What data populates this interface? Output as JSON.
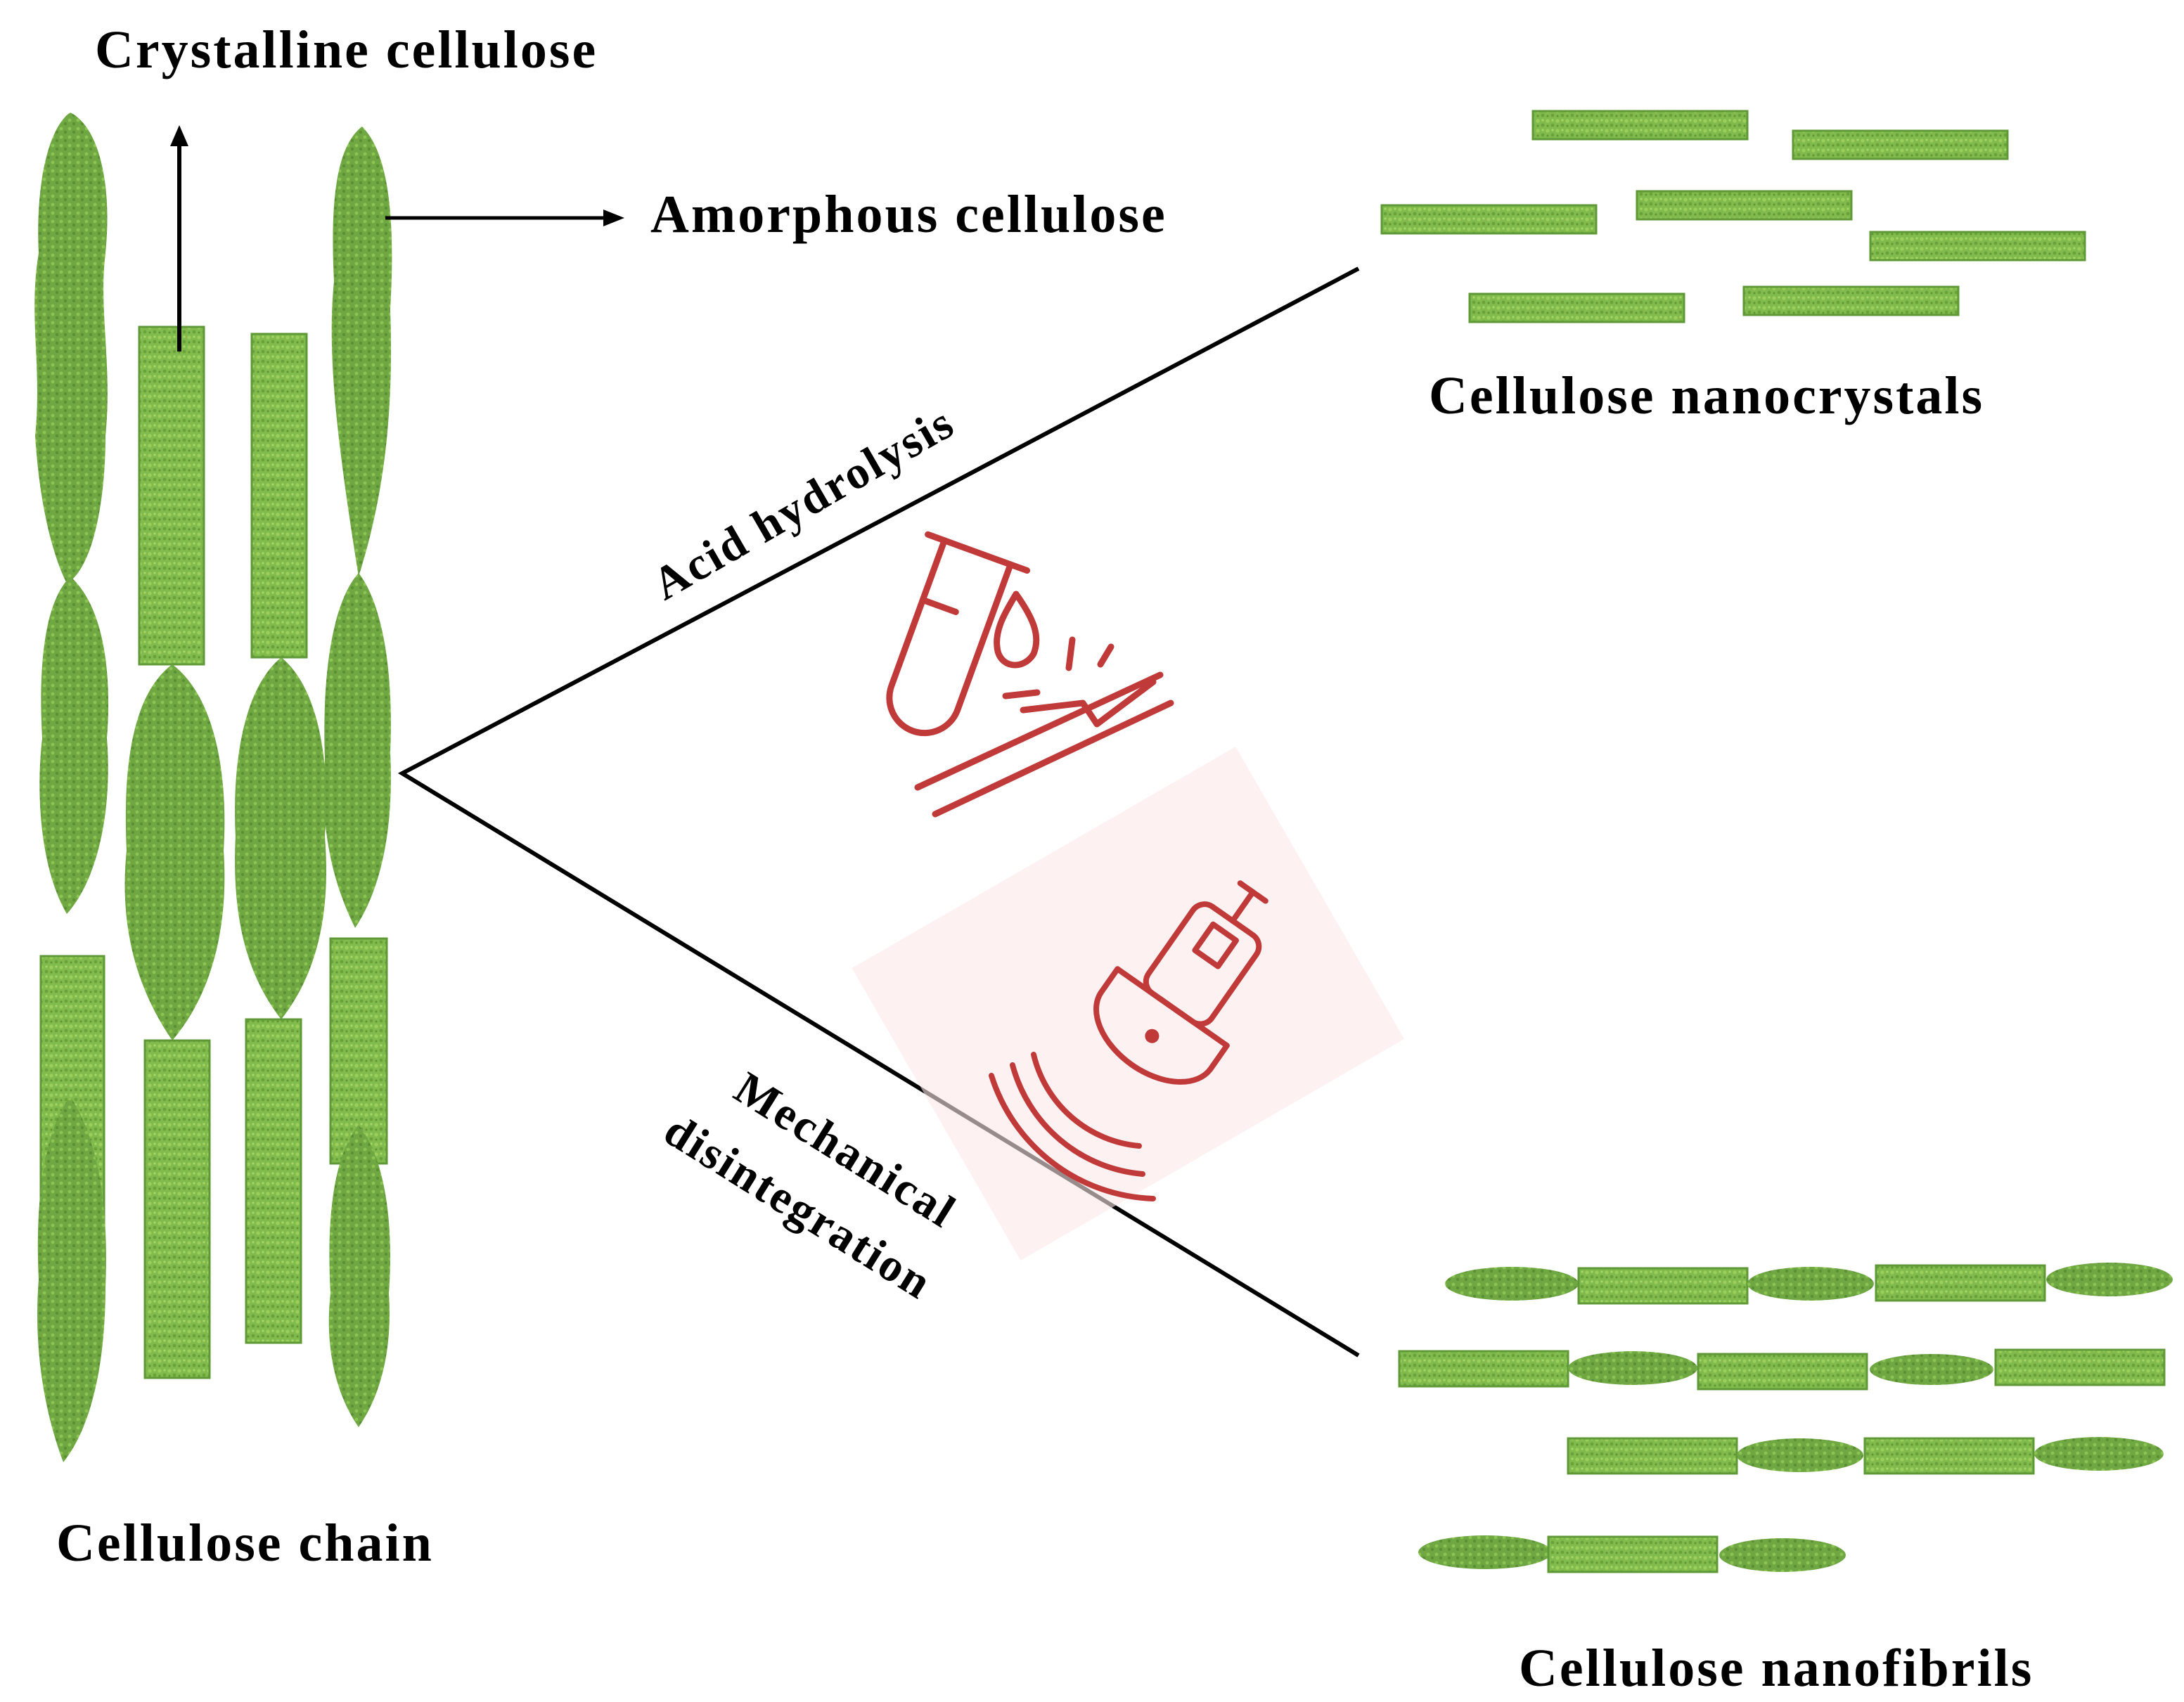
{
  "labels": {
    "crystalline": "Crystalline cellulose",
    "amorphous": "Amorphous cellulose",
    "chain": "Cellulose chain",
    "nanocrystals": "Cellulose nanocrystals",
    "nanofibrils": "Cellulose nanofibrils",
    "acid": "Acid hydrolysis",
    "mech1": "Mechanical",
    "mech2": "disintegration"
  },
  "icons": {
    "acid": "test-tube-drip-icon",
    "mechanical": "ultrasonic-probe-icon"
  },
  "colors": {
    "green_fill": "#7ab648",
    "green_dark": "#5f9937",
    "green_light": "#98cc55",
    "icon_red": "#c03a3a",
    "line": "#000000"
  }
}
